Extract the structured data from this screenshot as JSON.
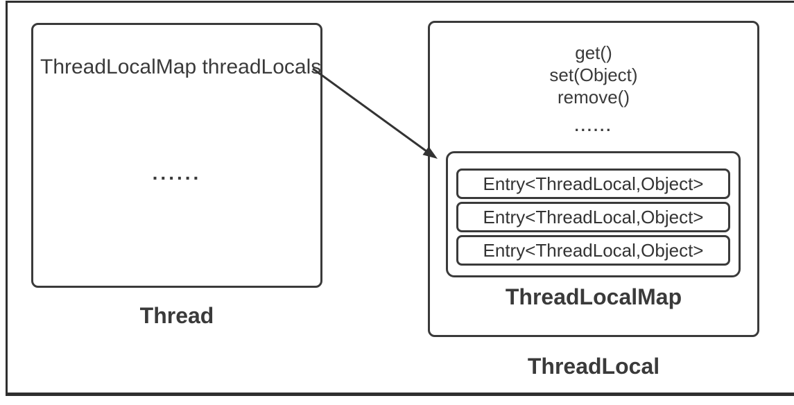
{
  "thread": {
    "field": "ThreadLocalMap threadLocals",
    "dots": "......",
    "label": "Thread"
  },
  "threadlocal": {
    "methods": [
      "get()",
      "set(Object)",
      "remove()"
    ],
    "dots": "......",
    "map": {
      "entries": [
        "Entry<ThreadLocal,Object>",
        "Entry<ThreadLocal,Object>",
        "Entry<ThreadLocal,Object>"
      ],
      "label": "ThreadLocalMap"
    },
    "label": "ThreadLocal"
  },
  "colors": {
    "stroke": "#3a3a3a",
    "frame": "#2f2f2f",
    "text": "#3a3a3a",
    "background": "#ffffff"
  }
}
